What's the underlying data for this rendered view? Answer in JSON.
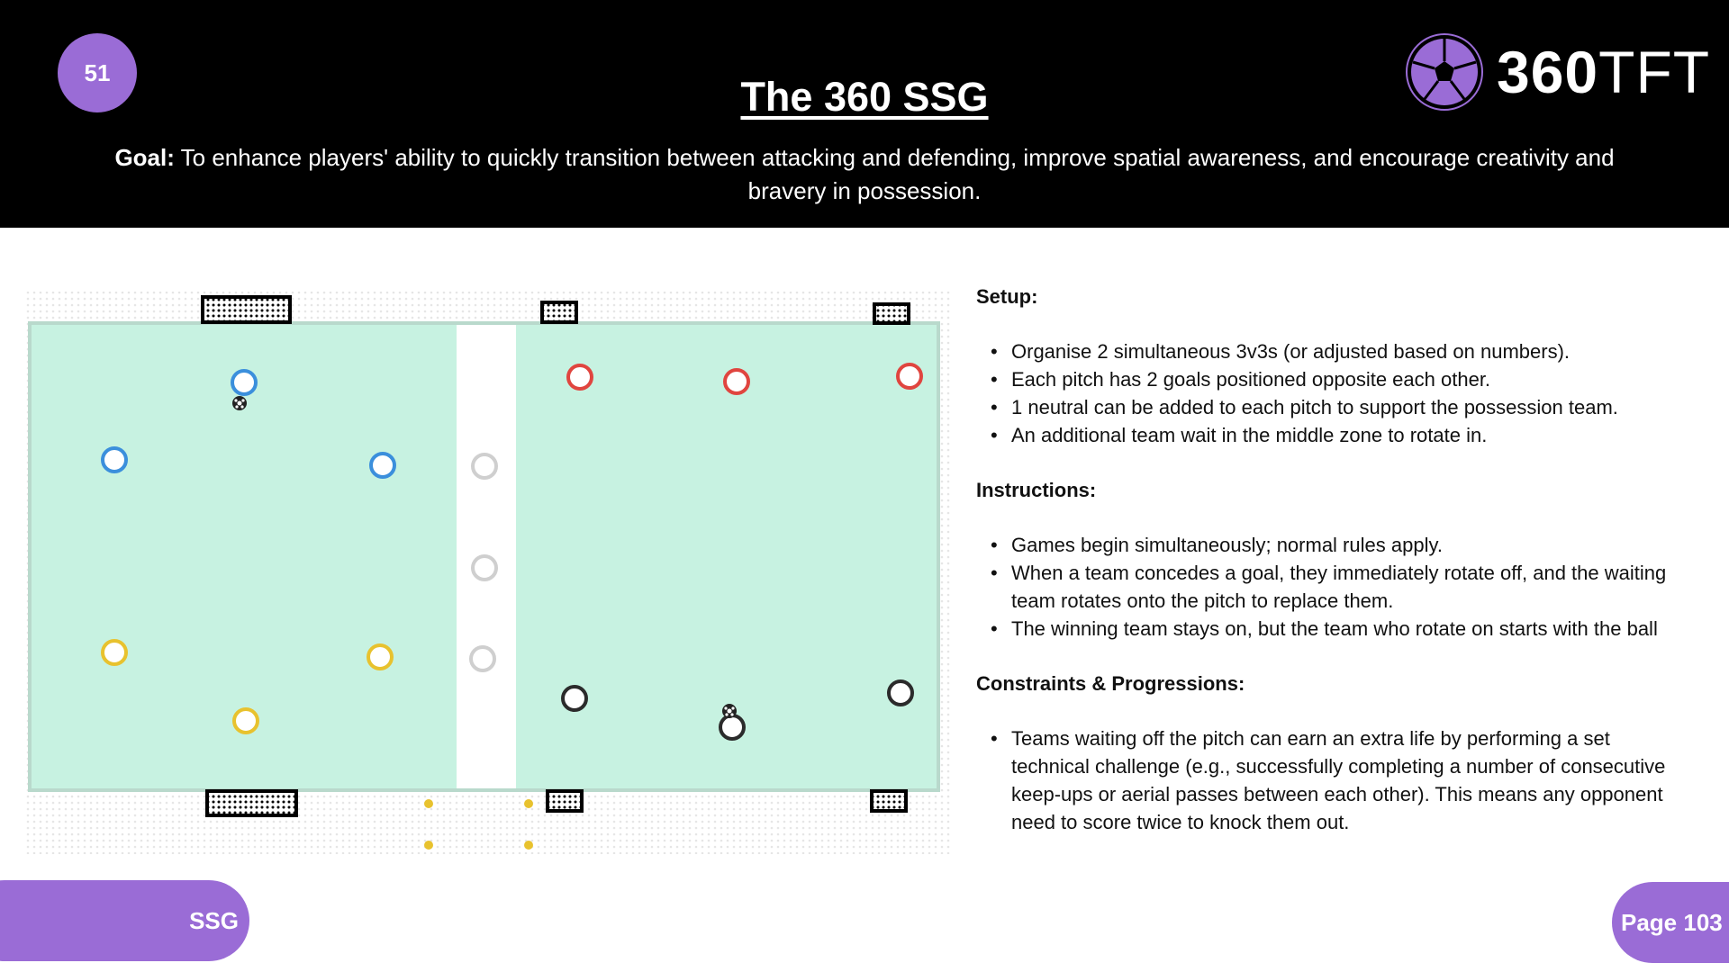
{
  "header": {
    "slide_number": "51",
    "title": "The 360 SSG",
    "goal_label": "Goal:",
    "goal_text": " To enhance players' ability to quickly transition between attacking and defending, improve spatial awareness, and encourage creativity and bravery in possession.",
    "logo_bold": "360",
    "logo_light": "TFT"
  },
  "colors": {
    "brand": "#9a6cd6",
    "pitch": "#c7f2e1",
    "blue_team": "#3b8fdc",
    "yellow_team": "#e8c22e",
    "red_team": "#e0453f",
    "black_team": "#2b2b2b",
    "neutral": "#cfcfcf"
  },
  "setup": {
    "heading": "Setup:",
    "items": [
      "Organise 2 simultaneous 3v3s (or adjusted based on numbers).",
      "Each pitch has 2 goals positioned opposite each other.",
      "1 neutral can be added to each pitch to support the possession team.",
      "An additional team wait in the middle zone to rotate in."
    ]
  },
  "instructions": {
    "heading": "Instructions:",
    "items": [
      "Games begin simultaneously; normal rules apply.",
      "When a team concedes a goal, they immediately rotate off, and the waiting team rotates onto the pitch to replace them.",
      "The winning team stays on, but the team who rotate on starts with the ball"
    ]
  },
  "constraints": {
    "heading": "Constraints & Progressions:",
    "items": [
      "Teams waiting off the pitch can earn an extra life by performing a set technical challenge (e.g., successfully completing a number of consecutive keep-ups or aerial passes between each other).  This means any opponent need to score twice to knock them out."
    ]
  },
  "footer": {
    "section": "SSG",
    "page": "Page 103"
  }
}
